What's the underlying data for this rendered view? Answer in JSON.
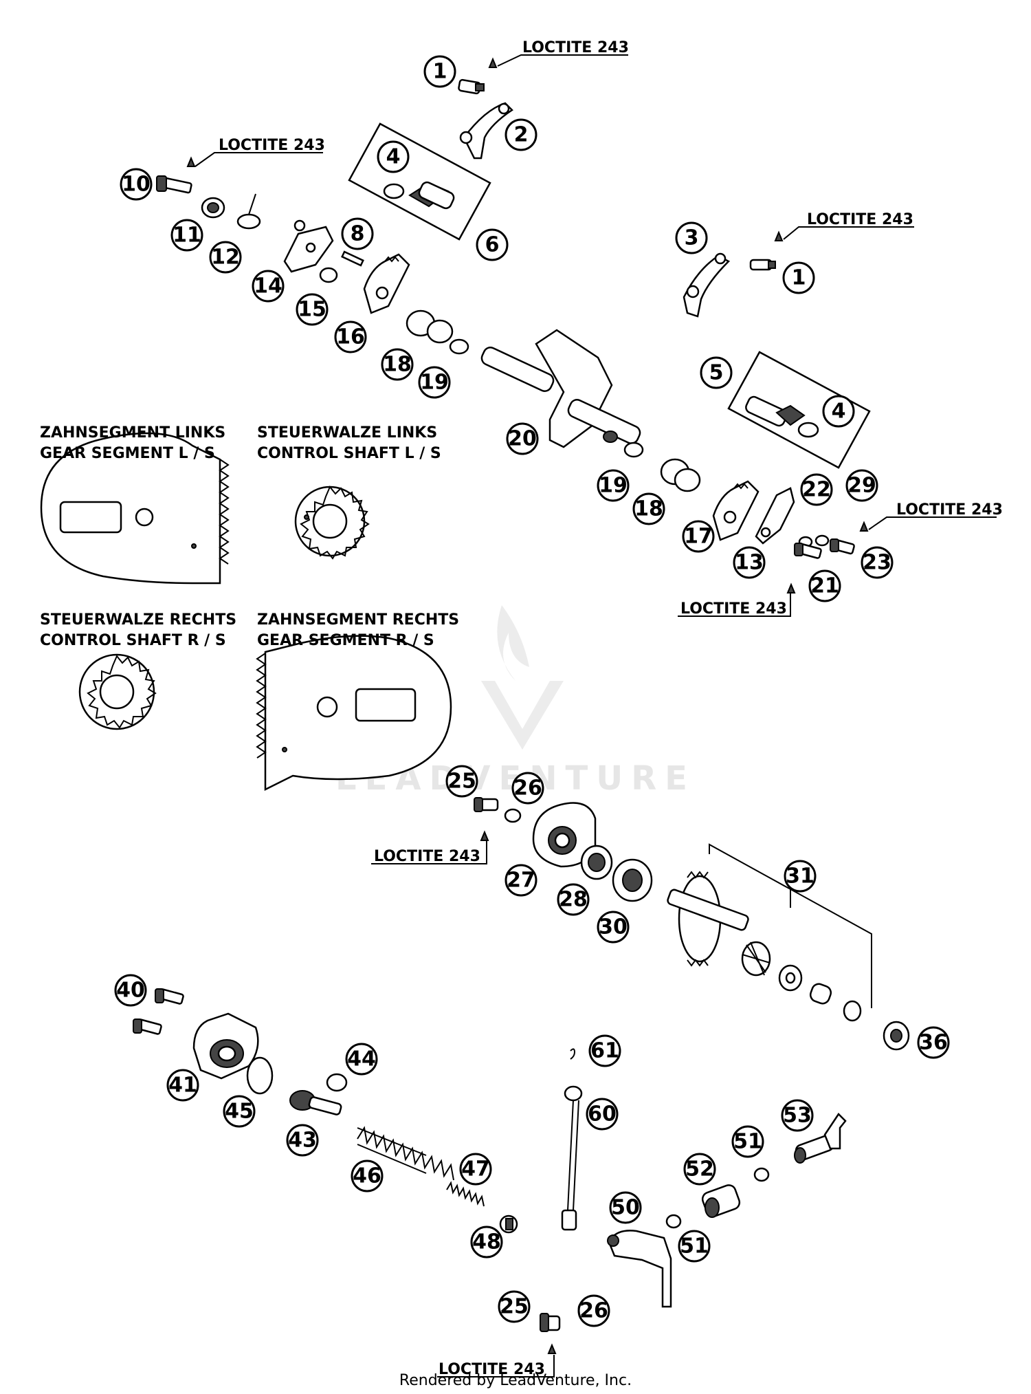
{
  "loctite_labels": [
    "LOCTITE 243",
    "LOCTITE 243",
    "LOCTITE 243",
    "LOCTITE 243",
    "LOCTITE 243",
    "LOCTITE 243",
    "LOCTITE 243"
  ],
  "detail_labels": {
    "gear_left_de": "ZAHNSEGMENT LINKS",
    "gear_left_en": "GEAR SEGMENT L / S",
    "shaft_left_de": "STEUERWALZE LINKS",
    "shaft_left_en": "CONTROL SHAFT L / S",
    "shaft_right_de": "STEUERWALZE RECHTS",
    "shaft_right_en": "CONTROL SHAFT R / S",
    "gear_right_de": "ZAHNSEGMENT RECHTS",
    "gear_right_en": "GEAR SEGMENT R / S"
  },
  "callouts": [
    "1",
    "2",
    "4",
    "6",
    "10",
    "11",
    "12",
    "14",
    "8",
    "15",
    "16",
    "3",
    "1",
    "18",
    "19",
    "5",
    "4",
    "20",
    "19",
    "18",
    "17",
    "13",
    "22",
    "29",
    "23",
    "21",
    "25",
    "26",
    "27",
    "28",
    "30",
    "31",
    "36",
    "40",
    "41",
    "45",
    "44",
    "43",
    "46",
    "47",
    "48",
    "61",
    "60",
    "50",
    "53",
    "51",
    "52",
    "51",
    "25",
    "26"
  ],
  "watermark": "LEADVENTURE",
  "footer": "Rendered by LeadVenture, Inc."
}
